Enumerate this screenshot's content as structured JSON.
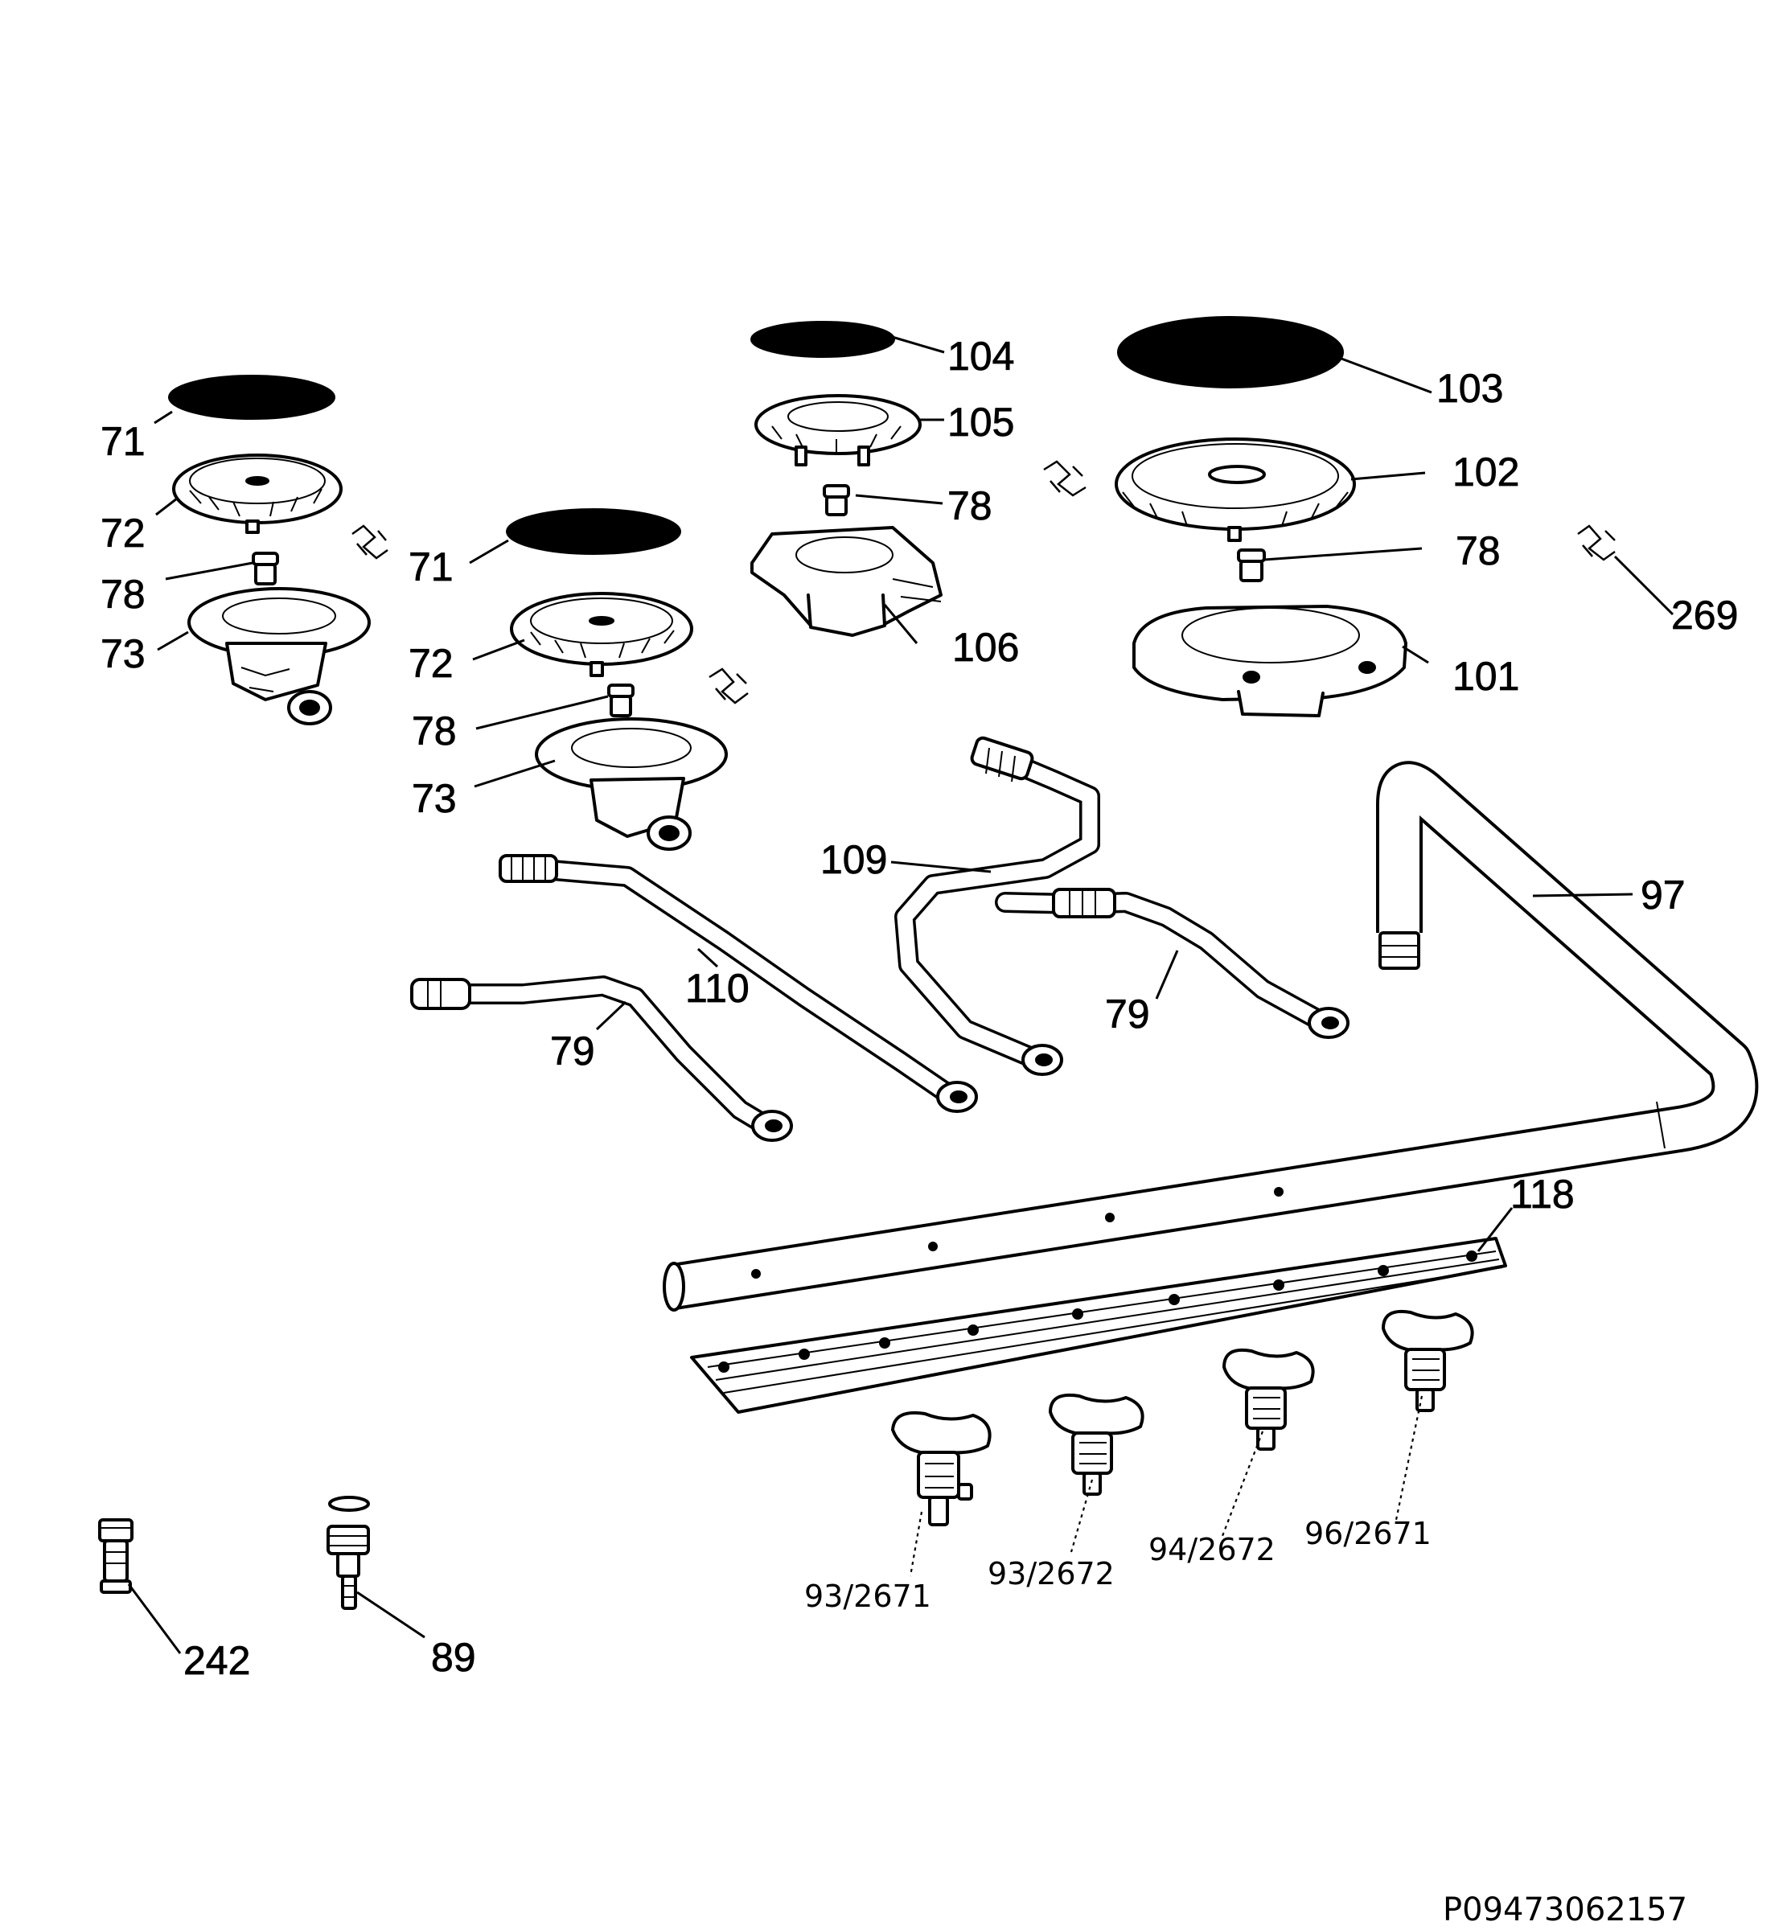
{
  "callouts": {
    "c71a": "71",
    "c72a": "72",
    "c78a": "78",
    "c73a": "73",
    "c71b": "71",
    "c72b": "72",
    "c78b": "78",
    "c73b": "73",
    "c104": "104",
    "c105": "105",
    "c78c": "78",
    "c106": "106",
    "c103": "103",
    "c102": "102",
    "c78d": "78",
    "c101": "101",
    "c269": "269",
    "c109": "109",
    "c110": "110",
    "c79a": "79",
    "c79b": "79",
    "c97": "97",
    "c118": "118",
    "c93_2671": "93/2671",
    "c93_2672": "93/2672",
    "c94_2672": "94/2672",
    "c96_2671": "96/2671",
    "c242": "242",
    "c89": "89"
  },
  "footer": {
    "code": "P09473062157"
  }
}
